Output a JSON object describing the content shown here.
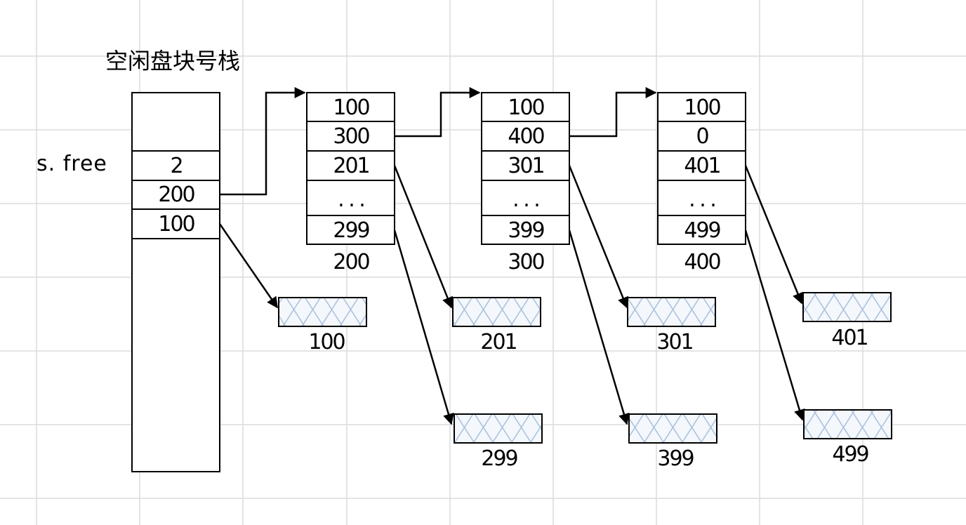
{
  "title": "空闲盘块号栈",
  "free_label": "s. free",
  "stack": {
    "cells": [
      "2",
      "200",
      "100"
    ]
  },
  "groups": [
    {
      "cells": [
        "100",
        "300",
        "201",
        ". . .",
        "299"
      ],
      "caption": "200",
      "blocks": [
        "201",
        "299"
      ]
    },
    {
      "cells": [
        "100",
        "400",
        "301",
        ". . .",
        "399"
      ],
      "caption": "300",
      "blocks": [
        "301",
        "399"
      ]
    },
    {
      "cells": [
        "100",
        "0",
        "401",
        ". . .",
        "499"
      ],
      "caption": "400",
      "blocks": [
        "401",
        "499"
      ]
    }
  ],
  "stack_block": "100",
  "colors": {
    "grid": "#dcdcdc",
    "line": "#000000",
    "hatch": "#a8c0dc",
    "block_fill": "#f2f6fb"
  }
}
